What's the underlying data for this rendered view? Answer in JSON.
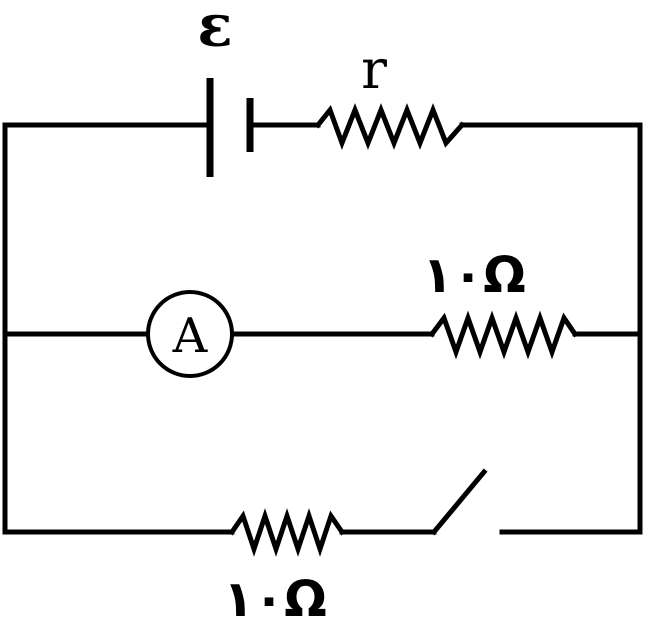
{
  "labels": {
    "emf": "ε",
    "internal_resistance": "r",
    "resistor_middle": "١٠Ω",
    "resistor_bottom": "١٠Ω",
    "ammeter": "A"
  }
}
